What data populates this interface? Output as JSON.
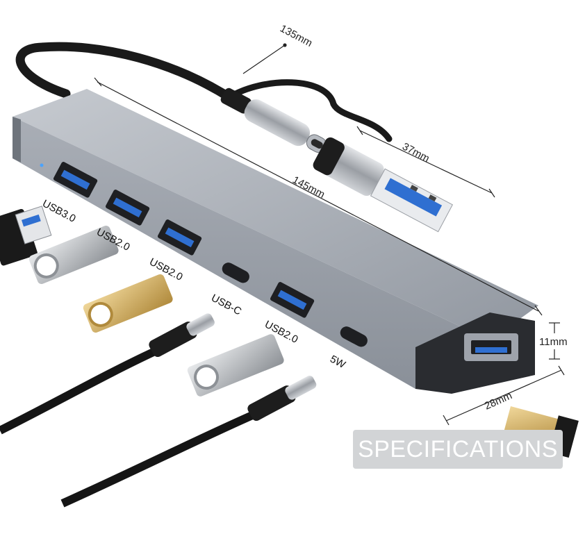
{
  "dimensions": {
    "cable_length": "135mm",
    "hub_length": "145mm",
    "connector_length": "37mm",
    "hub_height": "11mm",
    "hub_width": "28mm"
  },
  "ports": [
    {
      "label": "USB3.0"
    },
    {
      "label": "USB2.0"
    },
    {
      "label": "USB2.0"
    },
    {
      "label": "USB-C"
    },
    {
      "label": "USB2.0"
    },
    {
      "label": "5W"
    }
  ],
  "badge": {
    "text": "SPECIFICATIONS"
  },
  "colors": {
    "hub_body": "#9ea3ab",
    "hub_dark": "#2a2c30",
    "usb3_blue": "#2f6fd1",
    "cable": "#1a1a1a",
    "gold": "#d9b86a",
    "silver": "#b9bcc0",
    "badge_bg": "#d2d4d6"
  }
}
